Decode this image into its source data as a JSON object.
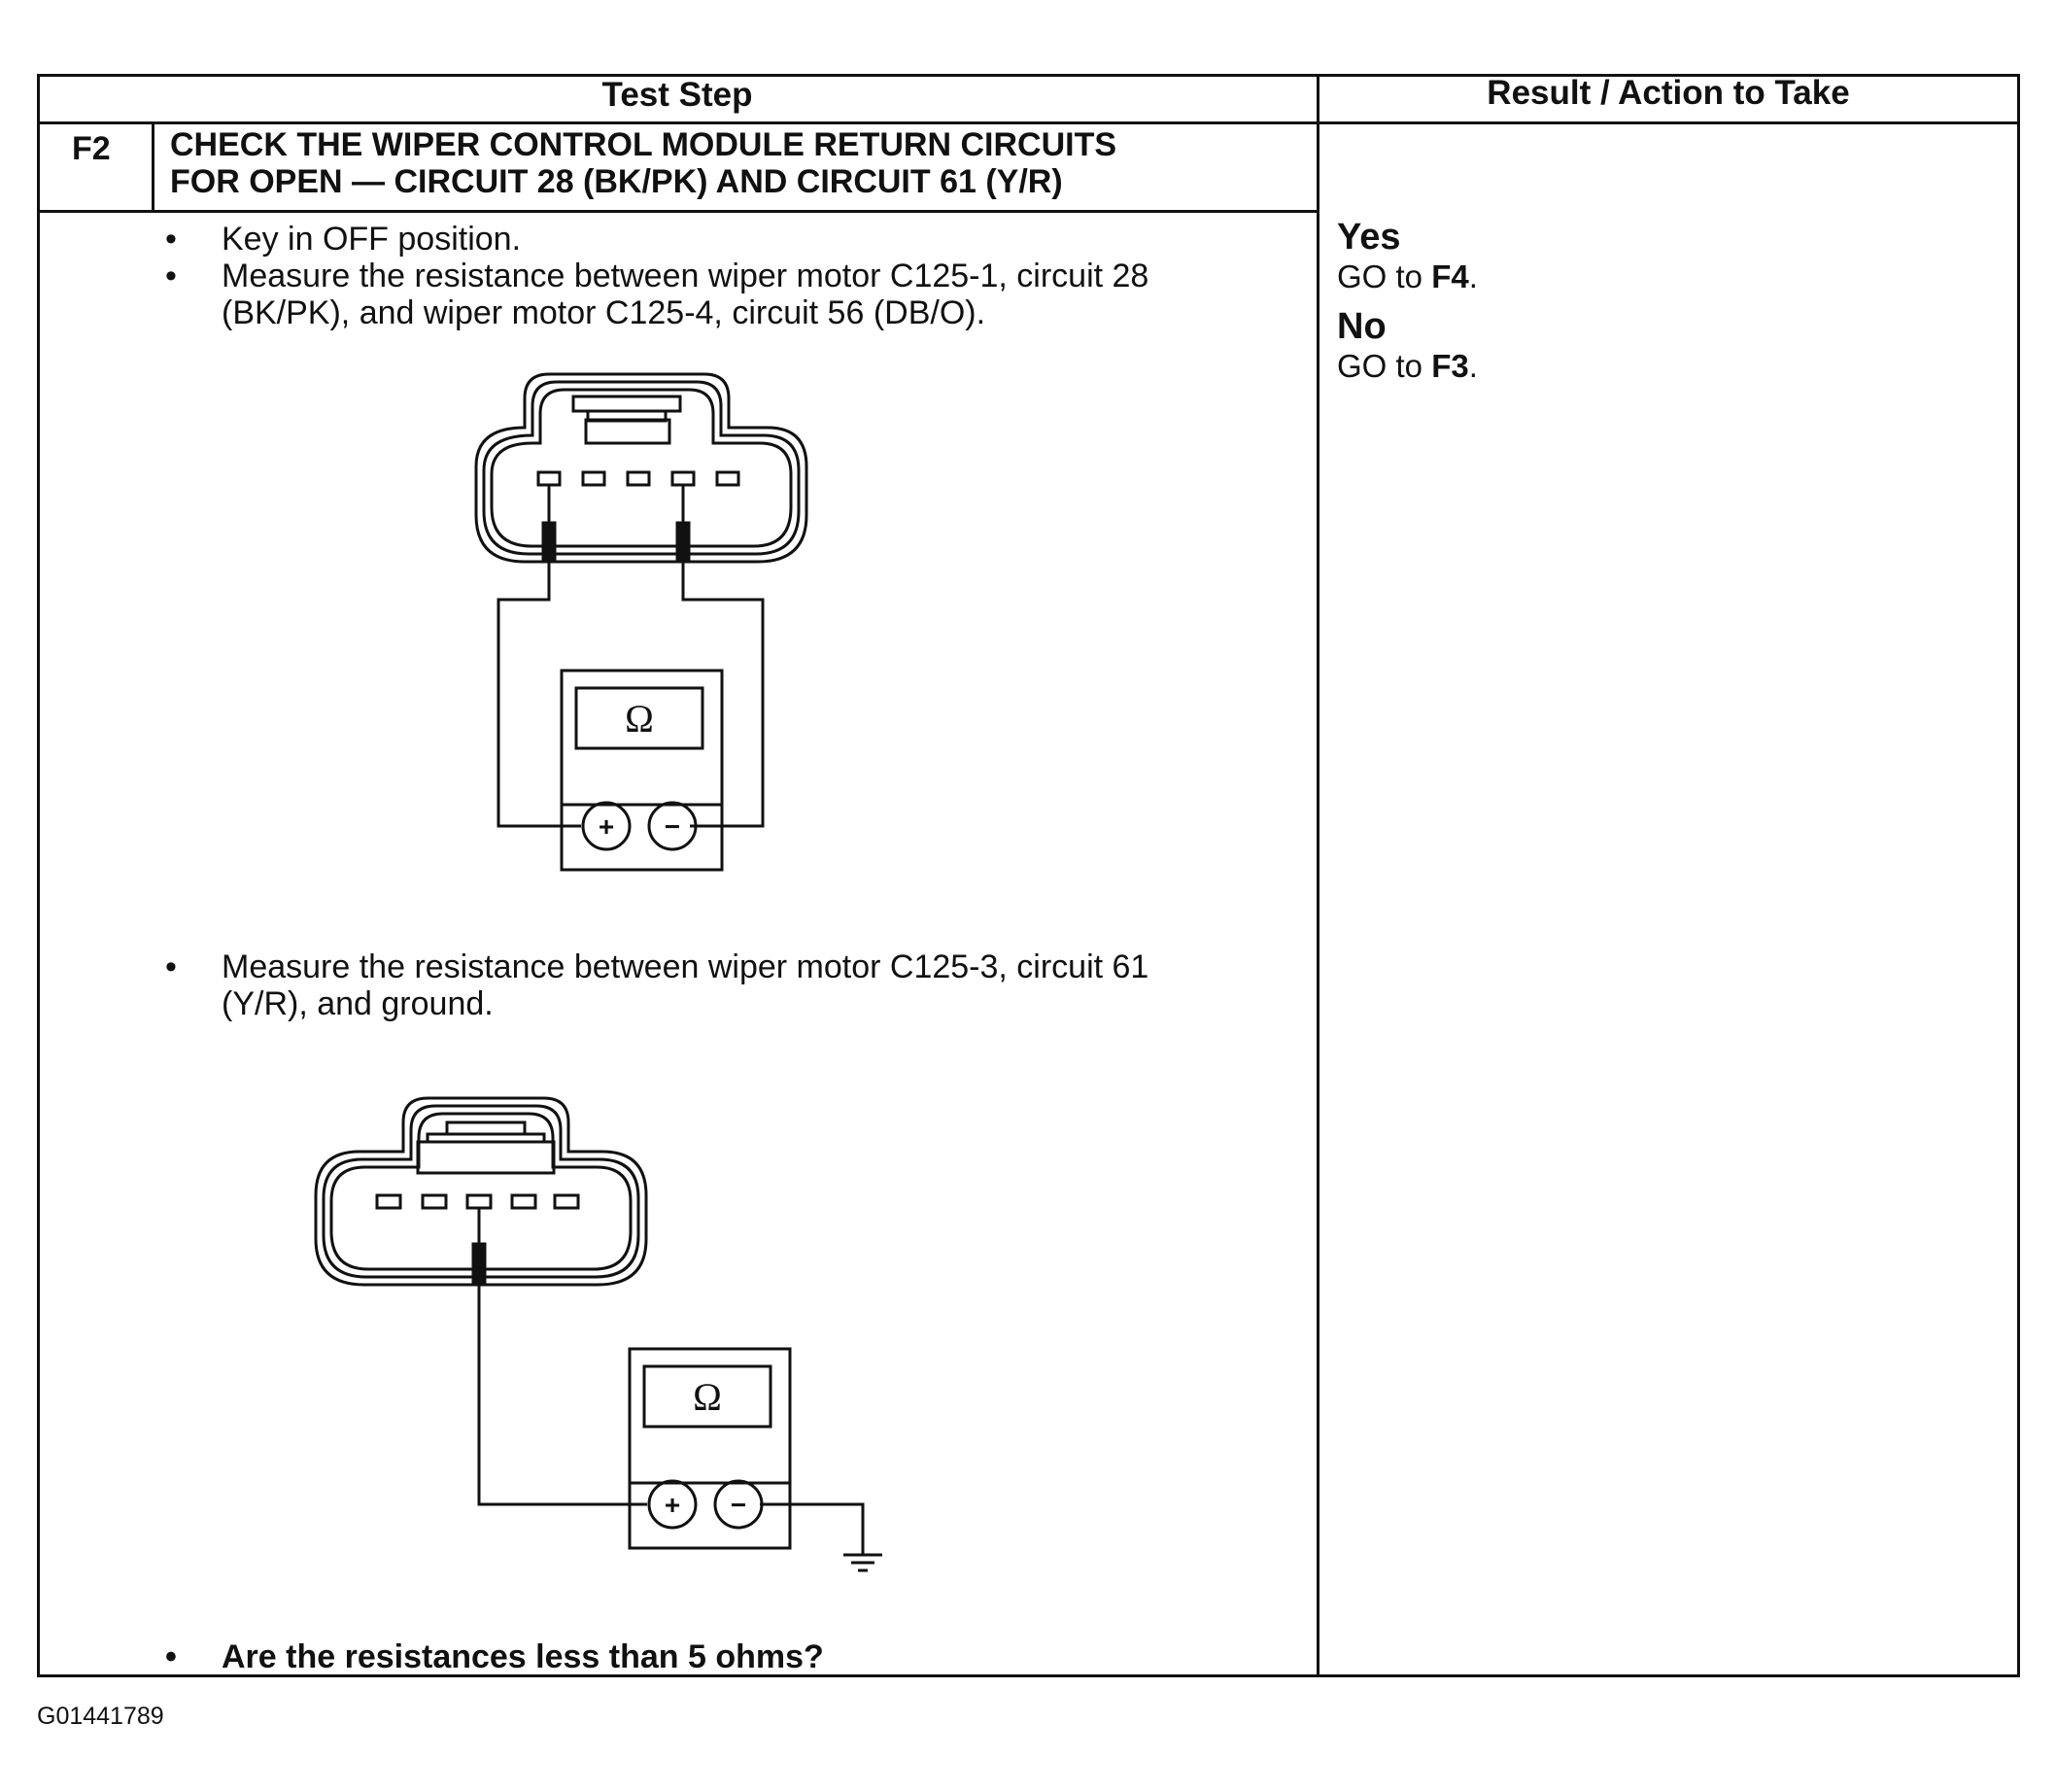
{
  "table": {
    "header_test_step": "Test Step",
    "header_result": "Result / Action to Take",
    "step_id": "F2",
    "step_title_line1": "CHECK THE WIPER CONTROL MODULE RETURN CIRCUITS",
    "step_title_line2": "FOR OPEN — CIRCUIT 28 (BK/PK) AND CIRCUIT 61 (Y/R)",
    "bullet_1": "Key in OFF position.",
    "bullet_2_line1": "Measure the resistance between wiper motor C125-1, circuit 28",
    "bullet_2_line2": "(BK/PK), and wiper motor C125-4, circuit 56 (DB/O).",
    "bullet_3_line1": "Measure the resistance between wiper motor C125-3, circuit 61",
    "bullet_3_line2": "(Y/R), and ground.",
    "bullet_4": "Are the resistances less than 5 ohms?",
    "bullet_symbol": "•"
  },
  "result": {
    "yes_label": "Yes",
    "yes_go": "GO to ",
    "yes_target": "F4",
    "no_label": "No",
    "no_go": "GO to ",
    "no_target": "F3",
    "period": "."
  },
  "diagram": {
    "ohm_symbol": "Ω",
    "plus_symbol": "+",
    "minus_symbol": "−"
  },
  "footer": {
    "figure_id": "G01441789"
  }
}
